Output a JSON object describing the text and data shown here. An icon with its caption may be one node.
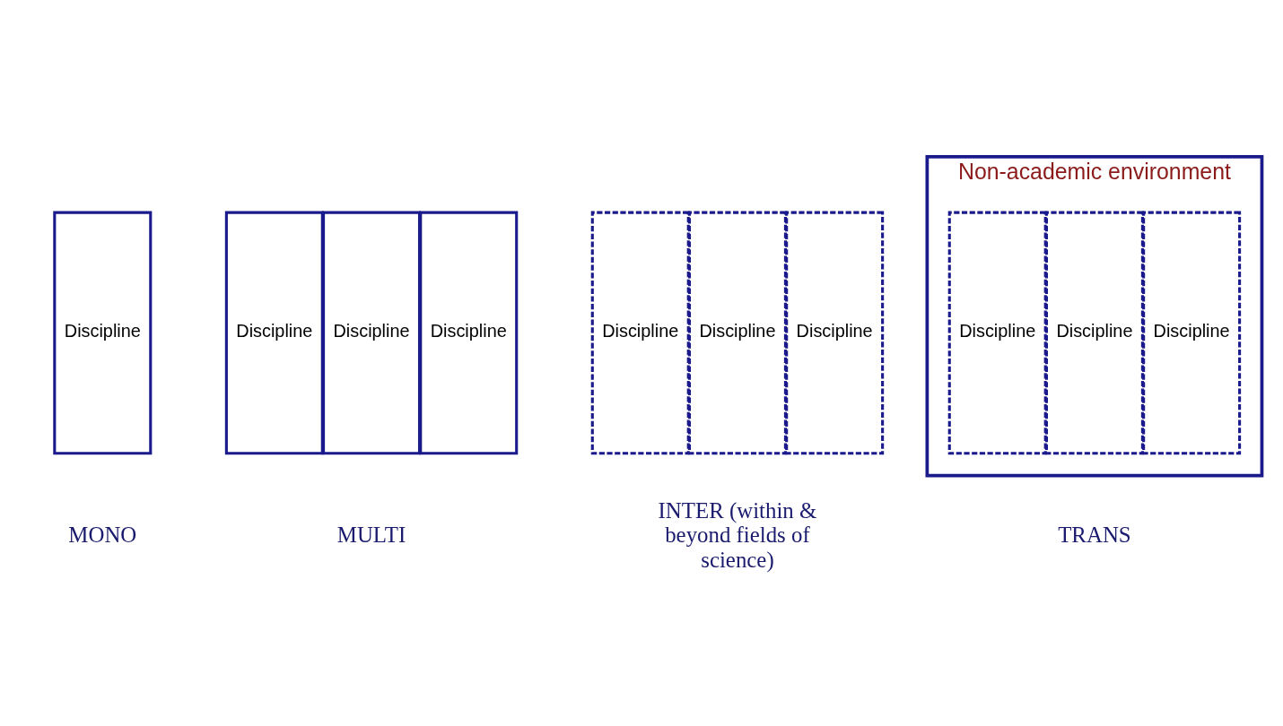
{
  "diagram": {
    "nodes": [
      {
        "text": [
          "Discipline"
        ]
      },
      {
        "text": [
          "Discipline"
        ]
      },
      {
        "text": [
          "Discipline"
        ]
      },
      {
        "text": [
          "Discipline"
        ]
      },
      {
        "text": [
          "Discipline"
        ]
      },
      {
        "text": [
          "Discipline"
        ]
      },
      {
        "text": [
          "Discipline"
        ]
      },
      {
        "text": [
          "Non-academic environment"
        ]
      },
      {
        "text": [
          "Discipline"
        ],
        "in": 7
      },
      {
        "text": [
          "Discipline"
        ],
        "in": 7
      },
      {
        "text": [
          "Discipline"
        ],
        "in": 7
      }
    ],
    "edges": [],
    "labels": [
      "MONO",
      "MULTI",
      "INTER (within & beyond fields of science)",
      "TRANS"
    ]
  }
}
